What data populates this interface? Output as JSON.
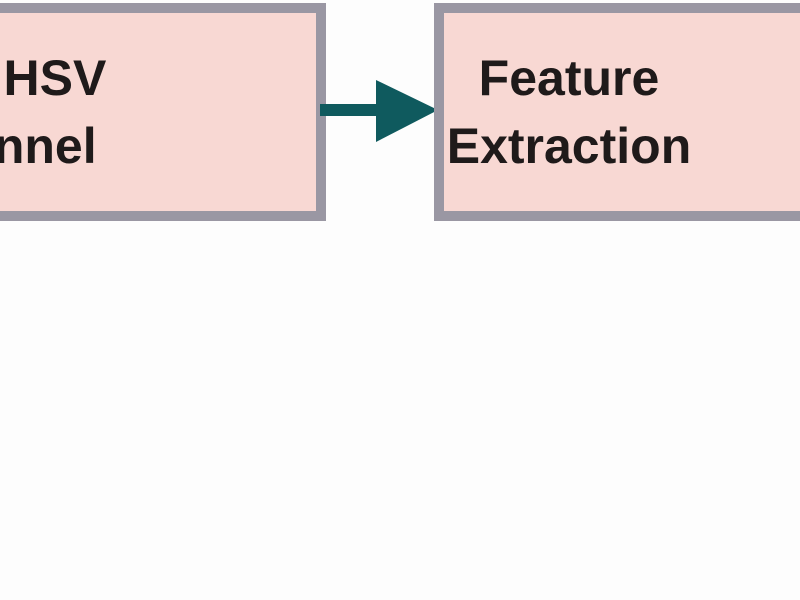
{
  "diagram": {
    "nodes": [
      {
        "id": "low-hsv-channel",
        "lines": [
          "Low HSV",
          "Channel"
        ]
      },
      {
        "id": "feature-extraction",
        "lines": [
          "Feature",
          "Extraction"
        ]
      }
    ],
    "edges": [
      {
        "from": "low-hsv-channel",
        "to": "feature-extraction"
      }
    ]
  },
  "colors": {
    "node_fill": "#f8d8d3",
    "node_border": "#9a97a3",
    "arrow": "#0f5a5e",
    "text": "#1f1a1a",
    "background": "#fdfdfd"
  }
}
